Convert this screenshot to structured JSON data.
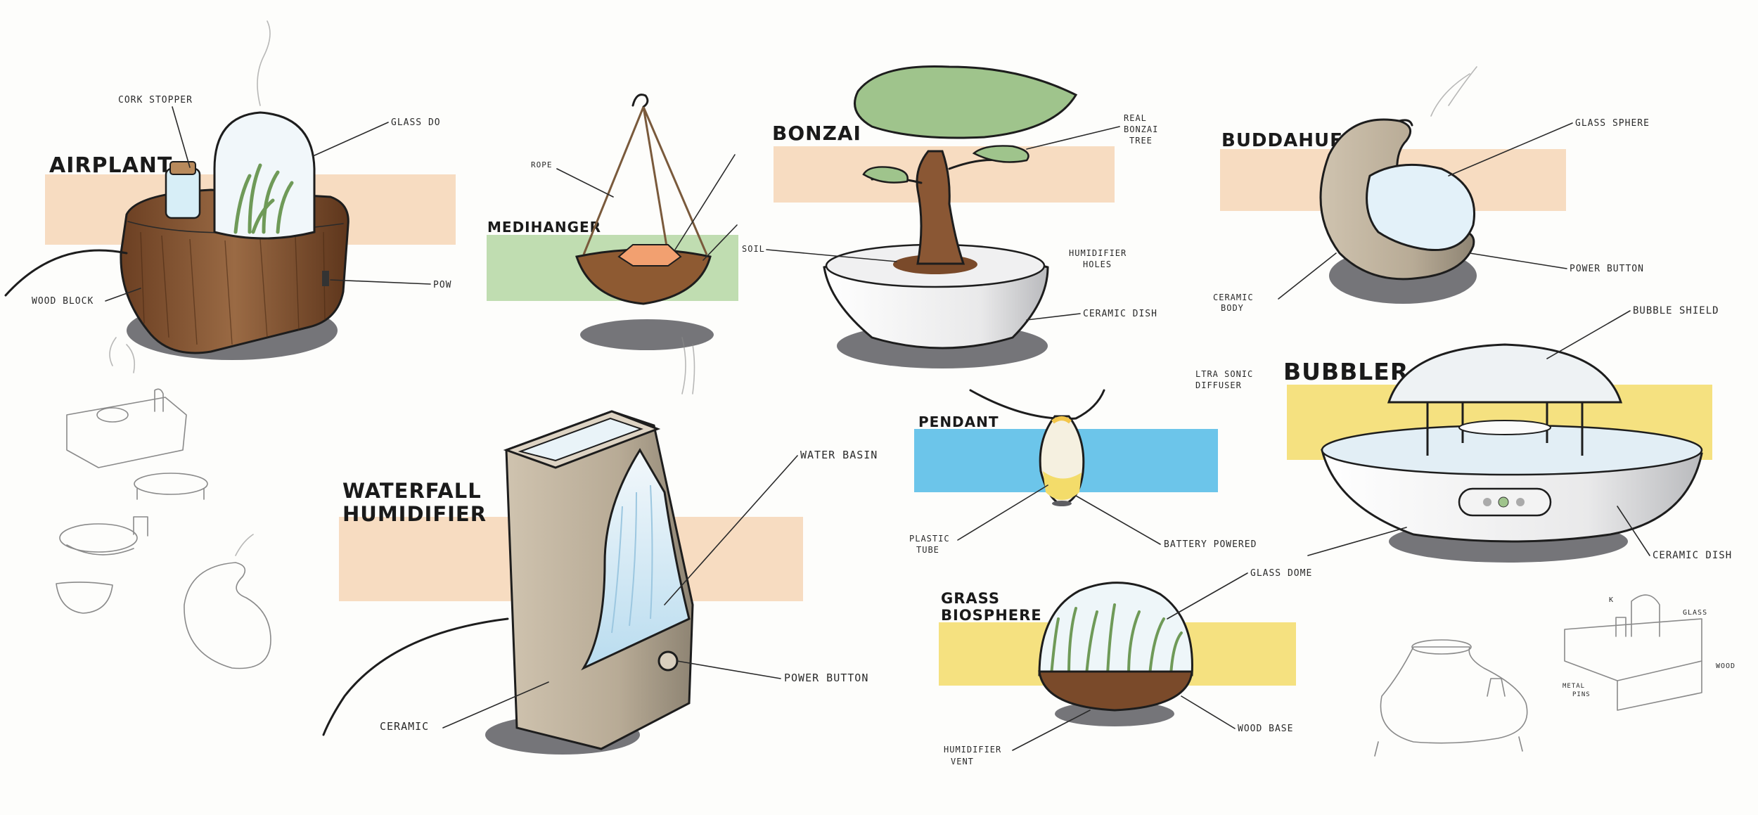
{
  "titles": {
    "airplant": "AIRPLANT",
    "medihanger": "MEDIHANGER",
    "bonzai": "BONZAI",
    "buddahue": "BUDDAHUE",
    "waterfall_1": "WATERFALL",
    "waterfall_2": "HUMIDIFIER",
    "pendant": "PENDANT",
    "bubbler": "BUBBLER",
    "grass_1": "GRASS",
    "grass_2": "BIOSPHERE"
  },
  "labels": {
    "airplant_cork": "CORK STOPPER",
    "airplant_glass": "GLASS DO",
    "airplant_wood": "WOOD BLOCK",
    "airplant_power": "POW",
    "medi_rope": "ROPE",
    "bonzai_real_1": "REAL",
    "bonzai_real_2": "BONZAI",
    "bonzai_real_3": "TREE",
    "bonzai_soil": "SOIL",
    "bonzai_holes_1": "HUMIDIFIER",
    "bonzai_holes_2": "HOLES",
    "bonzai_dish": "CERAMIC DISH",
    "buddah_glass": "GLASS SPHERE",
    "buddah_power": "POWER BUTTON",
    "buddah_ceramic_1": "CERAMIC",
    "buddah_ceramic_2": "BODY",
    "water_basin": "WATER BASIN",
    "water_power": "POWER BUTTON",
    "water_ceramic": "CERAMIC",
    "pendant_ultra_1": "LTRA SONIC",
    "pendant_ultra_2": "DIFFUSER",
    "pendant_tube_1": "PLASTIC",
    "pendant_tube_2": "TUBE",
    "pendant_battery": "BATTERY POWERED",
    "bubbler_shield": "BUBBLE SHIELD",
    "bubbler_dish": "CERAMIC DISH",
    "grass_glass": "GLASS DOME",
    "grass_vent_1": "HUMIDIFIER",
    "grass_vent_2": "VENT",
    "grass_wood": "WOOD BASE",
    "sketch_k": "K",
    "sketch_glass": "GLASS",
    "sketch_wood": "WOOD",
    "sketch_metal_1": "METAL",
    "sketch_metal_2": "PINS"
  },
  "colors": {
    "orange_band": "#f5d4b0",
    "green_band": "#b8d9a8",
    "blue_band": "#5cbfe8",
    "yellow_band": "#f3dc6a",
    "wood": "#7a4a2a",
    "tree_green": "#9fc48c",
    "ceramic": "#c4b8a6",
    "shadow": "#5d5d62"
  }
}
